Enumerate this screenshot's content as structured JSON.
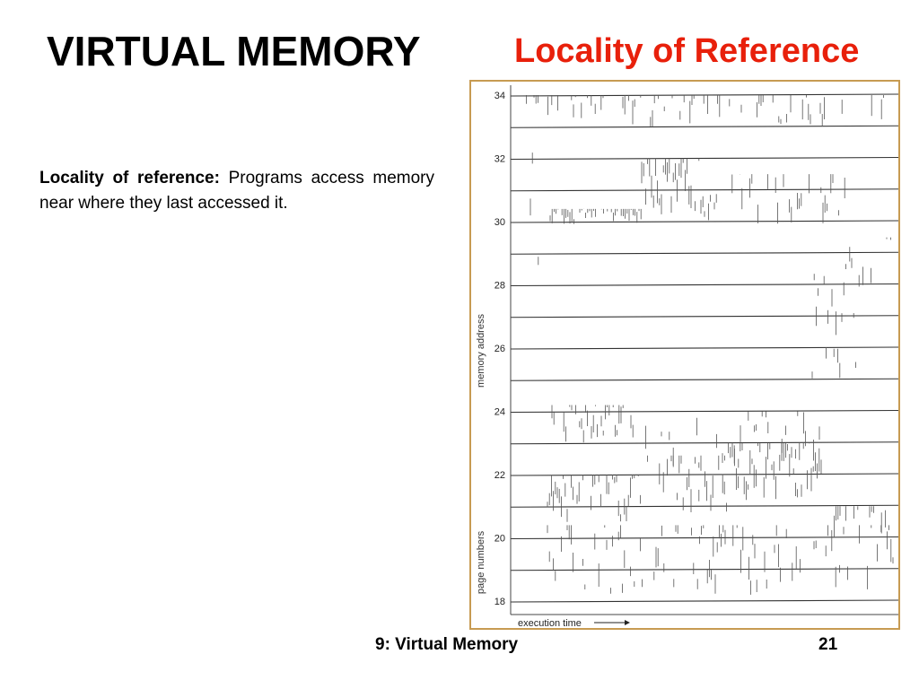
{
  "slide": {
    "title": "VIRTUAL MEMORY",
    "subtitle": "Locality of Reference",
    "body_bold": "Locality of reference:",
    "body_rest": " Programs access memory near where they last accessed it.",
    "footer_title": "9: Virtual Memory",
    "page_number": "21"
  },
  "colors": {
    "subtitle": "#e8200b",
    "frame_border": "#c79b52"
  },
  "figure": {
    "ylabel_top": "memory address",
    "ylabel_bottom": "page numbers",
    "xlabel": "execution time",
    "ticks": [
      "34",
      "32",
      "30",
      "28",
      "26",
      "24",
      "22",
      "20",
      "18"
    ],
    "tick_values": [
      34,
      32,
      30,
      28,
      26,
      24,
      22,
      20,
      18
    ],
    "page_range": [
      18,
      34
    ]
  }
}
